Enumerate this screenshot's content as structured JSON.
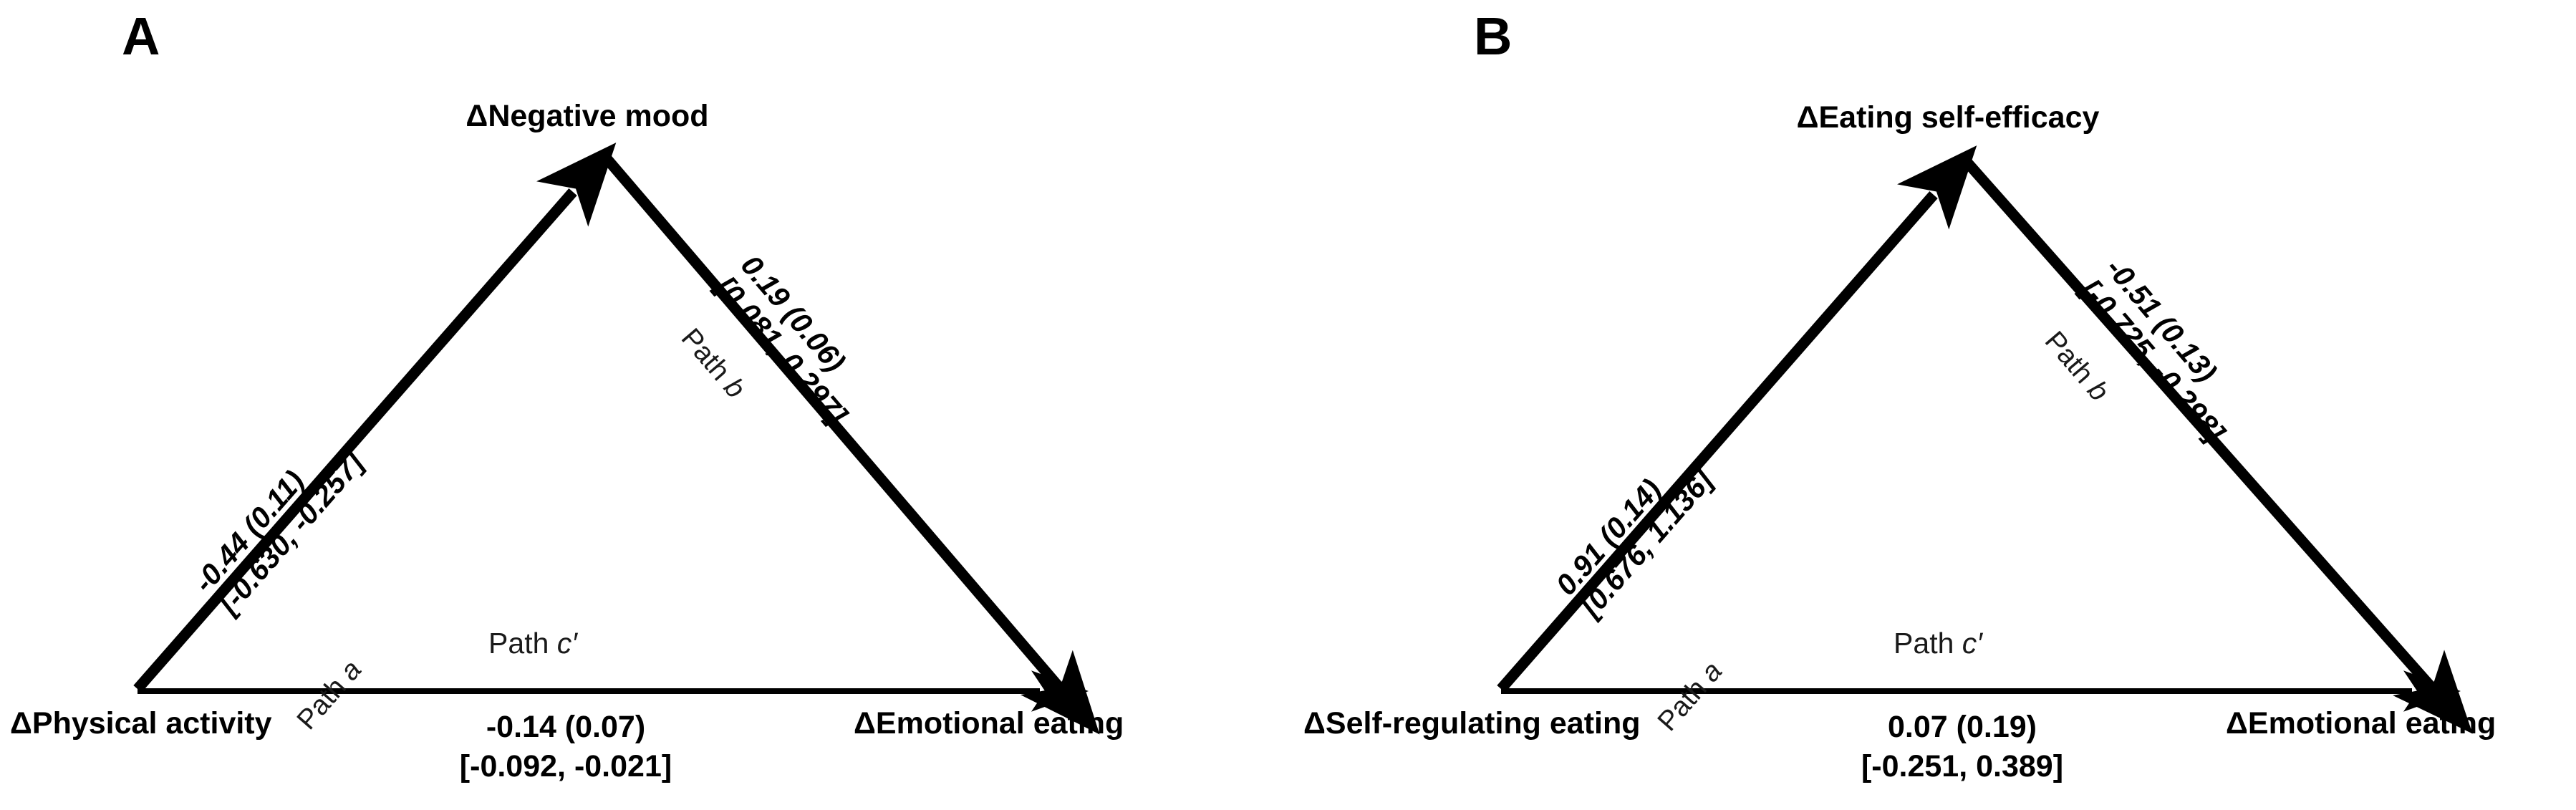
{
  "figure": {
    "type": "mediation-path-diagram",
    "background": "#ffffff",
    "ink_color": "#000000",
    "panel_count": 2
  },
  "panels": [
    {
      "letter": "A",
      "nodes": {
        "predictor": "ΔPhysical activity",
        "mediator": "ΔNegative mood",
        "outcome": "ΔEmotional eating"
      },
      "paths": {
        "a": {
          "name_prefix": "Path ",
          "name_symbol": "a",
          "estimate": "-0.44 (0.11)",
          "ci": "[-0.630, -0.257]"
        },
        "b": {
          "name_prefix": "Path ",
          "name_symbol": "b",
          "estimate": "0.19 (0.06)",
          "ci": "[0.081, 0.297]"
        },
        "c_prime": {
          "name_prefix": "Path ",
          "name_symbol": "c′",
          "estimate": "-0.14 (0.07)",
          "ci": "[-0.092, -0.021]"
        }
      }
    },
    {
      "letter": "B",
      "nodes": {
        "predictor": "ΔSelf-regulating eating",
        "mediator": "ΔEating self-efficacy",
        "outcome": "ΔEmotional eating"
      },
      "paths": {
        "a": {
          "name_prefix": "Path ",
          "name_symbol": "a",
          "estimate": "0.91 (0.14)",
          "ci": "[0.676, 1.136]"
        },
        "b": {
          "name_prefix": "Path ",
          "name_symbol": "b",
          "estimate": "-0.51 (0.13)",
          "ci": "[-0.725, -0.298]"
        },
        "c_prime": {
          "name_prefix": "Path ",
          "name_symbol": "c′",
          "estimate": "0.07 (0.19)",
          "ci": "[-0.251, 0.389]"
        }
      }
    }
  ],
  "chart_data": {
    "type": "diagram",
    "title": "",
    "subtype": "mediation model path diagram",
    "notation": "estimate (standard error) [95% confidence interval]",
    "models": [
      {
        "panel": "A",
        "x": "ΔPhysical activity",
        "m": "ΔNegative mood",
        "y": "ΔEmotional eating",
        "edges": [
          {
            "path": "a",
            "from": "ΔPhysical activity",
            "to": "ΔNegative mood",
            "estimate": -0.44,
            "se": 0.11,
            "ci_low": -0.63,
            "ci_high": -0.257
          },
          {
            "path": "b",
            "from": "ΔNegative mood",
            "to": "ΔEmotional eating",
            "estimate": 0.19,
            "se": 0.06,
            "ci_low": 0.081,
            "ci_high": 0.297
          },
          {
            "path": "c'",
            "from": "ΔPhysical activity",
            "to": "ΔEmotional eating",
            "estimate": -0.14,
            "se": 0.07,
            "ci_low": -0.092,
            "ci_high": -0.021
          }
        ]
      },
      {
        "panel": "B",
        "x": "ΔSelf-regulating eating",
        "m": "ΔEating self-efficacy",
        "y": "ΔEmotional eating",
        "edges": [
          {
            "path": "a",
            "from": "ΔSelf-regulating eating",
            "to": "ΔEating self-efficacy",
            "estimate": 0.91,
            "se": 0.14,
            "ci_low": 0.676,
            "ci_high": 1.136
          },
          {
            "path": "b",
            "from": "ΔEating self-efficacy",
            "to": "ΔEmotional eating",
            "estimate": -0.51,
            "se": 0.13,
            "ci_low": -0.725,
            "ci_high": -0.298
          },
          {
            "path": "c'",
            "from": "ΔSelf-regulating eating",
            "to": "ΔEmotional eating",
            "estimate": 0.07,
            "se": 0.19,
            "ci_low": -0.251,
            "ci_high": 0.389
          }
        ]
      }
    ]
  }
}
